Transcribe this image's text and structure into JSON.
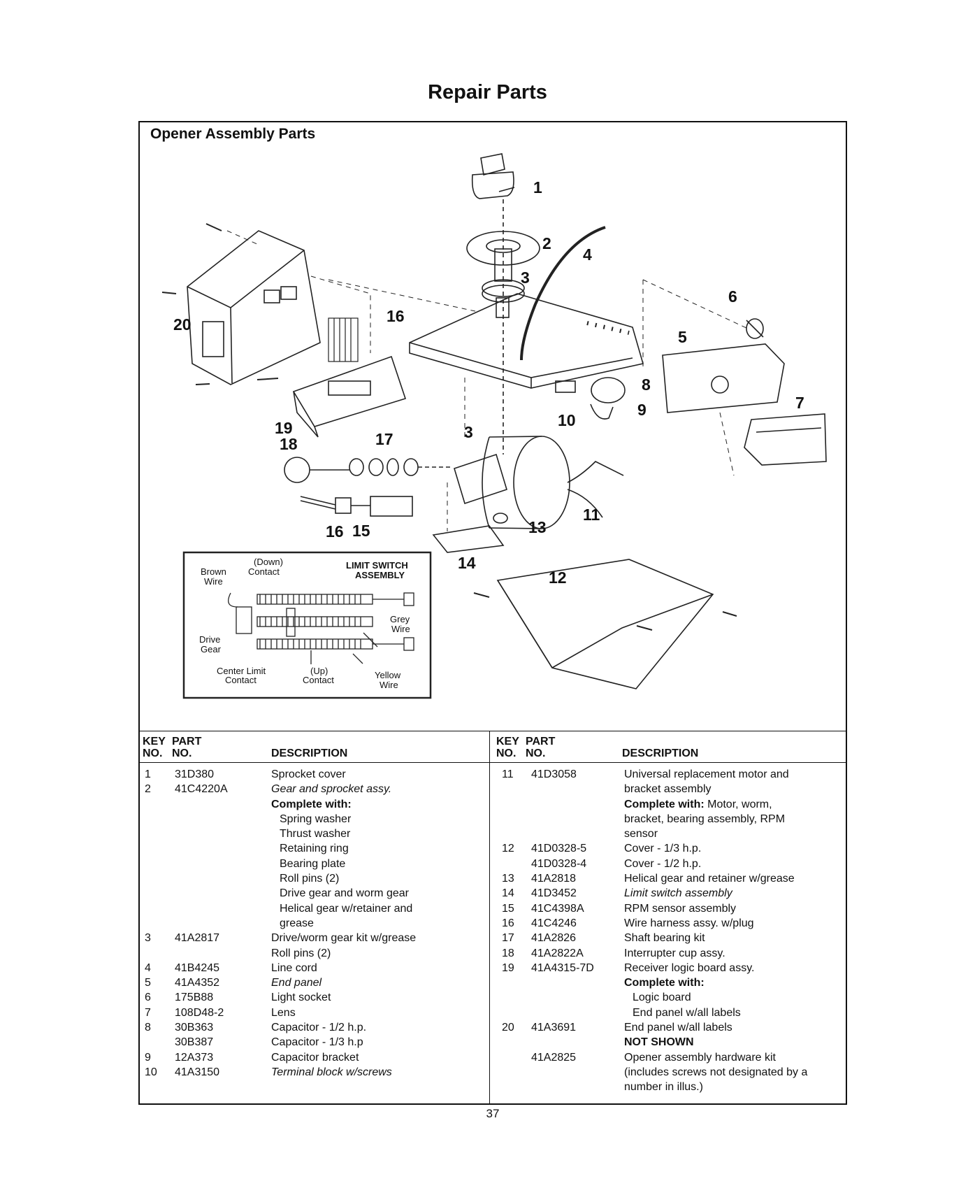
{
  "page": {
    "title": "Repair Parts",
    "section_title": "Opener Assembly Parts",
    "page_number": "37"
  },
  "diagram": {
    "callouts": [
      "1",
      "2",
      "3",
      "4",
      "5",
      "6",
      "7",
      "8",
      "9",
      "10",
      "11",
      "12",
      "13",
      "14",
      "15",
      "16",
      "16",
      "17",
      "18",
      "19",
      "20",
      "3"
    ],
    "inset": {
      "title_line1": "LIMIT SWITCH",
      "title_line2": "ASSEMBLY",
      "labels": {
        "brown1": "Brown",
        "brown2": "Wire",
        "down1": "(Down)",
        "down2": "Contact",
        "grey1": "Grey",
        "grey2": "Wire",
        "drive1": "Drive",
        "drive2": "Gear",
        "center1": "Center Limit",
        "center2": "Contact",
        "up1": "(Up)",
        "up2": "Contact",
        "yellow1": "Yellow",
        "yellow2": "Wire"
      }
    }
  },
  "table": {
    "headers": {
      "key_1": "KEY",
      "key_2": "NO.",
      "part_1": "PART",
      "part_2": "NO.",
      "desc": "DESCRIPTION"
    },
    "left_rows": [
      {
        "key": "1",
        "part": "31D380",
        "desc": "Sprocket cover"
      },
      {
        "key": "2",
        "part": "41C4220A",
        "desc": "Gear and sprocket assy."
      },
      {
        "key": "",
        "part": "",
        "desc": "Complete with:",
        "bold": true
      },
      {
        "key": "",
        "part": "",
        "desc": "Spring washer",
        "indent": true
      },
      {
        "key": "",
        "part": "",
        "desc": "Thrust washer",
        "indent": true
      },
      {
        "key": "",
        "part": "",
        "desc": "Retaining ring",
        "indent": true
      },
      {
        "key": "",
        "part": "",
        "desc": "Bearing plate",
        "indent": true
      },
      {
        "key": "",
        "part": "",
        "desc": "Roll pins (2)",
        "indent": true
      },
      {
        "key": "",
        "part": "",
        "desc": "Drive gear and worm gear",
        "indent": true
      },
      {
        "key": "",
        "part": "",
        "desc": "Helical gear w/retainer and",
        "indent": true
      },
      {
        "key": "",
        "part": "",
        "desc": "grease",
        "indent": true
      },
      {
        "key": "3",
        "part": "41A2817",
        "desc": "Drive/worm gear kit w/grease"
      },
      {
        "key": "",
        "part": "",
        "desc": "Roll pins (2)"
      },
      {
        "key": "4",
        "part": "41B4245",
        "desc": "Line cord"
      },
      {
        "key": "5",
        "part": "41A4352",
        "desc": "End panel"
      },
      {
        "key": "6",
        "part": "175B88",
        "desc": "Light socket"
      },
      {
        "key": "7",
        "part": "108D48-2",
        "desc": "Lens"
      },
      {
        "key": "8",
        "part": "30B363",
        "desc": "Capacitor - 1/2 h.p."
      },
      {
        "key": "",
        "part": "30B387",
        "desc": "Capacitor - 1/3 h.p"
      },
      {
        "key": "9",
        "part": "12A373",
        "desc": "Capacitor bracket"
      },
      {
        "key": "10",
        "part": "41A3150",
        "desc": "Terminal block w/screws"
      }
    ],
    "right_rows": [
      {
        "key": "11",
        "part": "41D3058",
        "desc": "Universal replacement motor and"
      },
      {
        "key": "",
        "part": "",
        "desc": "bracket assembly"
      },
      {
        "key": "",
        "part": "",
        "desc_bold": "Complete with:",
        "desc": " Motor, worm,"
      },
      {
        "key": "",
        "part": "",
        "desc": "bracket, bearing assembly, RPM"
      },
      {
        "key": "",
        "part": "",
        "desc": "sensor"
      },
      {
        "key": "12",
        "part": "41D0328-5",
        "desc": "Cover - 1/3 h.p."
      },
      {
        "key": "",
        "part": "41D0328-4",
        "desc": "Cover - 1/2 h.p."
      },
      {
        "key": "13",
        "part": "41A2818",
        "desc": "Helical gear and retainer w/grease"
      },
      {
        "key": "14",
        "part": "41D3452",
        "desc": "Limit switch assembly"
      },
      {
        "key": "15",
        "part": "41C4398A",
        "desc": "RPM sensor assembly"
      },
      {
        "key": "16",
        "part": "41C4246",
        "desc": "Wire harness assy. w/plug"
      },
      {
        "key": "17",
        "part": "41A2826",
        "desc": "Shaft bearing kit"
      },
      {
        "key": "18",
        "part": "41A2822A",
        "desc": "Interrupter cup assy."
      },
      {
        "key": "19",
        "part": "41A4315-7D",
        "desc": "Receiver logic board assy."
      },
      {
        "key": "",
        "part": "",
        "desc": "Complete with:",
        "bold": true
      },
      {
        "key": "",
        "part": "",
        "desc": "Logic board",
        "indent": true
      },
      {
        "key": "",
        "part": "",
        "desc": "End panel w/all labels",
        "indent": true
      },
      {
        "key": "20",
        "part": "41A3691",
        "desc": "End panel w/all labels"
      },
      {
        "key": "",
        "part": "",
        "desc": "NOT SHOWN",
        "bold": true
      },
      {
        "key": "",
        "part": "41A2825",
        "desc": "Opener assembly hardware kit"
      },
      {
        "key": "",
        "part": "",
        "desc": "(includes screws not designated by a"
      },
      {
        "key": "",
        "part": "",
        "desc": "number in illus.)"
      }
    ]
  }
}
